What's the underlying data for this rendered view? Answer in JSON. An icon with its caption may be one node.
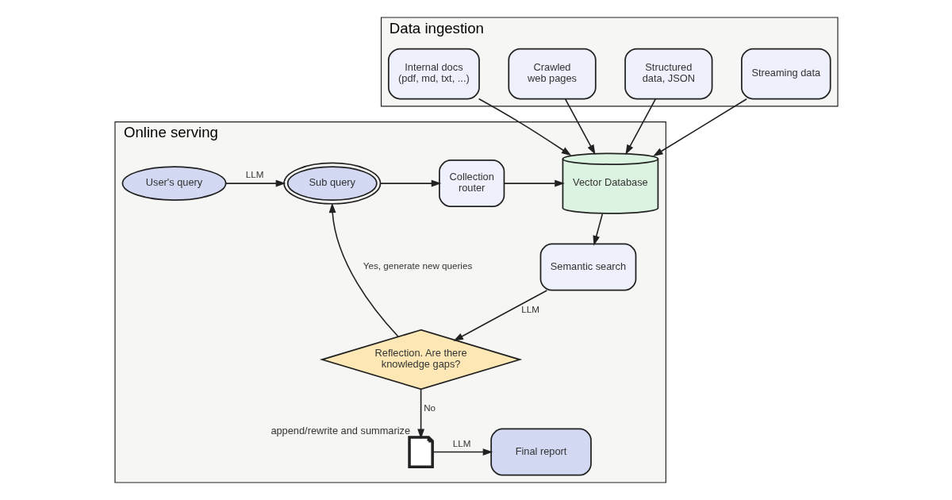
{
  "diagram": {
    "nodes": [
      {
        "text": [
          "Data ingestion"
        ]
      },
      {
        "text": [
          "Internal docs (pdf, md, txt, ...)"
        ],
        "in": 0
      },
      {
        "text": [
          "Crawled web pages"
        ],
        "in": 0
      },
      {
        "text": [
          "Structured data, JSON"
        ],
        "in": 0
      },
      {
        "text": [
          "Streaming data"
        ],
        "in": 0
      },
      {
        "text": [
          "Online serving"
        ]
      },
      {
        "text": [
          "User's query"
        ],
        "in": 5
      },
      {
        "text": [
          "Sub query"
        ],
        "in": 5
      },
      {
        "text": [
          "Collection router"
        ],
        "in": 5
      },
      {
        "text": [
          "Vector Database"
        ],
        "in": 5
      },
      {
        "text": [
          "Semantic search"
        ],
        "in": 5
      },
      {
        "text": [
          "Reflection. Are there knowledge gaps?"
        ],
        "in": 5
      },
      {
        "text": [],
        "shape": "picture",
        "beside": [
          "append/rewrite and summarize"
        ],
        "in": 5
      },
      {
        "text": [
          "Final report"
        ],
        "in": 5
      }
    ],
    "edges": [
      {
        "from": 1,
        "to": 9,
        "arrow": "to"
      },
      {
        "from": 2,
        "to": 9,
        "arrow": "to"
      },
      {
        "from": 3,
        "to": 9,
        "arrow": "to"
      },
      {
        "from": 4,
        "to": 9,
        "arrow": "to"
      },
      {
        "from": 6,
        "to": 7,
        "arrow": "to",
        "label": "LLM"
      },
      {
        "from": 7,
        "to": 8,
        "arrow": "to"
      },
      {
        "from": 8,
        "to": 9,
        "arrow": "to"
      },
      {
        "from": 9,
        "to": 10,
        "arrow": "to"
      },
      {
        "from": 10,
        "to": 11,
        "arrow": "to",
        "label": "LLM"
      },
      {
        "from": 11,
        "to": 7,
        "arrow": "to",
        "label": "Yes, generate new queries"
      },
      {
        "from": 11,
        "to": 12,
        "arrow": "to",
        "label": "No"
      },
      {
        "from": 12,
        "to": 13,
        "arrow": "to",
        "label": "LLM"
      }
    ]
  }
}
